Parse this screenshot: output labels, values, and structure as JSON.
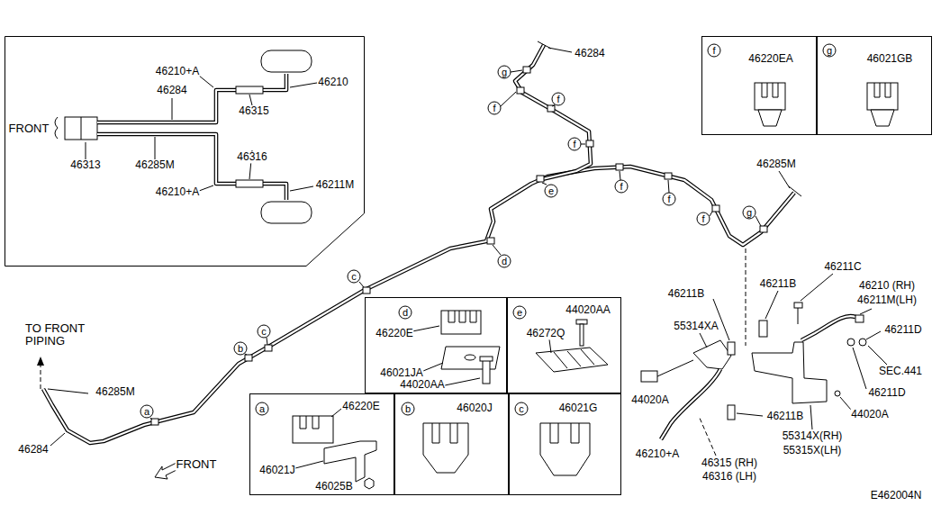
{
  "diagram": {
    "nodes": [
      {
        "text": [
          "46210+A",
          "46284",
          "46210",
          "46315",
          "FRONT",
          "46313",
          "46285M",
          "46316",
          "46210+A",
          "46211M"
        ]
      },
      {
        "text": [
          "f",
          "46220EA"
        ]
      },
      {
        "text": [
          "g",
          "46021GB"
        ]
      },
      {
        "text": [
          "d",
          "46220E",
          "46021JA",
          "44020AA"
        ]
      },
      {
        "text": [
          "e",
          "44020AA",
          "46272Q"
        ]
      },
      {
        "text": [
          "a",
          "46220E",
          "46021J",
          "46025B"
        ]
      },
      {
        "text": [
          "b",
          "46020J"
        ]
      },
      {
        "text": [
          "c",
          "46021G"
        ]
      }
    ],
    "labels": [
      "46284",
      "g",
      "f",
      "f",
      "f",
      "e",
      "f",
      "f",
      "f",
      "g",
      "46285M",
      "d",
      "c",
      "c",
      "b",
      "a",
      "TO FRONT PIPING",
      "46285M",
      "46284",
      "FRONT",
      "46211B",
      "46211B",
      "46211C",
      "46210 (RH)",
      "46211M(LH)",
      "55314XA",
      "46211D",
      "SEC.441",
      "46211D",
      "44020A",
      "44020A",
      "46211B",
      "55314X(RH)",
      "55315X(LH)",
      "46210+A",
      "46315 (RH)",
      "46316 (LH)",
      "E462004N"
    ]
  }
}
